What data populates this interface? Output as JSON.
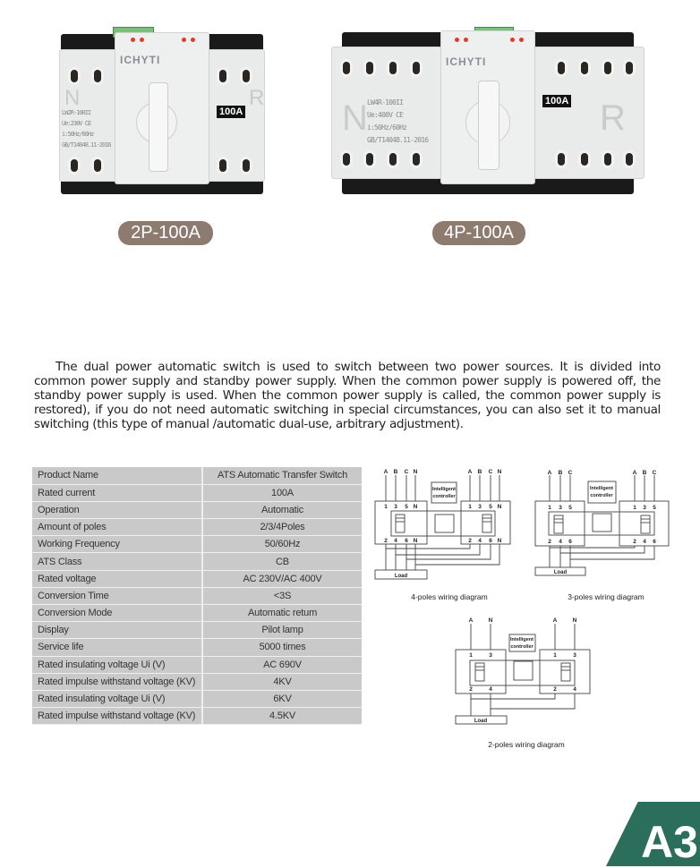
{
  "products": [
    {
      "badge": "2P-100A",
      "brand": "ICHYTI",
      "model": "LW2R-100II",
      "voltage": "Ue:230V",
      "ce": "CE",
      "freq": "i:50Hz/60Hz",
      "std": "GB/T14048.11-2016",
      "rating": "100A",
      "left_letter": "N",
      "right_letter": "R"
    },
    {
      "badge": "4P-100A",
      "brand": "ICHYTI",
      "model": "LW4R-100II",
      "voltage": "Ue:400V",
      "ce": "CE",
      "freq": "i:50Hz/60Hz",
      "std": "GB/T14048.11-2016",
      "rating": "100A",
      "left_letter": "N",
      "right_letter": "R"
    }
  ],
  "description": "The dual power automatic switch is used to switch between two power sources. It is divided into common power supply and standby power supply. When the common power supply is powered off, the standby power supply is used. When the common power supply is called, the common power supply is restored), if you do not need automatic switching in special circumstances, you can also set it to manual switching (this type of manual /automatic dual-use, arbitrary adjustment).",
  "specs": [
    {
      "label": "Product Name",
      "value": "ATS Automatic Transfer Switch"
    },
    {
      "label": "Rated current",
      "value": "100A"
    },
    {
      "label": "Operation",
      "value": "Automatic"
    },
    {
      "label": "Amount of poles",
      "value": "2/3/4Poles"
    },
    {
      "label": "Working Frequency",
      "value": "50/60Hz"
    },
    {
      "label": "ATS Class",
      "value": "CB"
    },
    {
      "label": "Rated voltage",
      "value": "AC 230V/AC 400V"
    },
    {
      "label": "Conversion Time",
      "value": "<3S"
    },
    {
      "label": "Conversion Mode",
      "value": "Automatic retum"
    },
    {
      "label": "Display",
      "value": "Pilot lamp"
    },
    {
      "label": "Service life",
      "value": "5000 times"
    },
    {
      "label": "Rated insulating voltage Ui (V)",
      "value": "AC 690V"
    },
    {
      "label": "Rated impulse withstand voltage (KV)",
      "value": "4KV"
    },
    {
      "label": "Rated insulating voltage Ui (V)",
      "value": "6KV"
    },
    {
      "label": "Rated impulse withstand voltage (KV)",
      "value": "4.5KV"
    }
  ],
  "diagrams": {
    "controller_line1": "Intelligent",
    "controller_line2": "controller",
    "load": "Load",
    "four": {
      "caption": "4-poles wiring diagram",
      "top": [
        "A",
        "B",
        "C",
        "N"
      ],
      "in": [
        "1",
        "3",
        "5",
        "N"
      ],
      "out": [
        "2",
        "4",
        "6",
        "N"
      ]
    },
    "three": {
      "caption": "3-poles wiring diagram",
      "top": [
        "A",
        "B",
        "C"
      ],
      "in": [
        "1",
        "3",
        "5"
      ],
      "out": [
        "2",
        "4",
        "6"
      ]
    },
    "two": {
      "caption": "2-poles wiring diagram",
      "top": [
        "A",
        "N"
      ],
      "in": [
        "1",
        "3"
      ],
      "out": [
        "2",
        "4"
      ]
    }
  },
  "page_label": "A3",
  "colors": {
    "badge": "#8d7b70",
    "corner": "#2b6e5b",
    "table": "#c9c9c9"
  }
}
